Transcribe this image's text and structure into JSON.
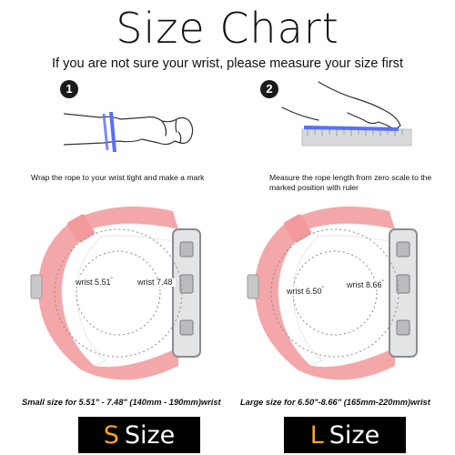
{
  "header": {
    "title": "Size Chart",
    "subtitle": "If you are not sure your wrist, please measure your size first"
  },
  "steps": [
    {
      "number": "1",
      "caption": "Wrap the rope to your wrist tight and make a mark"
    },
    {
      "number": "2",
      "caption": "Measure the rope length from zero scale to the marked position with ruler"
    }
  ],
  "bands": [
    {
      "wrist_min": "wrist 5.51",
      "wrist_max": "wrist 7.48",
      "unit_mark": "\"",
      "description": "Small size for 5.51\" - 7.48\" (140mm - 190mm)wrist",
      "size_letter": "S",
      "size_word": "Size"
    },
    {
      "wrist_min": "wrist 6.50",
      "wrist_max": "wrist 8.66",
      "unit_mark": "\"",
      "description": "Large size for 6.50\"-8.66\" (165mm-220mm)wrist",
      "size_letter": "L",
      "size_word": "Size"
    }
  ],
  "colors": {
    "band_pink": "#f4a7a9",
    "band_inner": "#ffffff",
    "rope_blue": "#5b6ef5",
    "size_letter": "#f5a623"
  }
}
